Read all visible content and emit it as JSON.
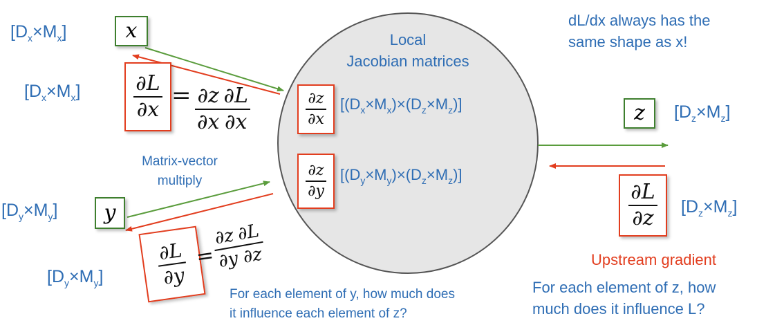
{
  "circle": {
    "title_line1": "Local",
    "title_line2": "Jacobian matrices",
    "jac_x_dim": "[(Dx×Mx)×(Dz×Mz)]",
    "jac_y_dim": "[(Dy×My)×(Dz×Mz)]"
  },
  "labels": {
    "dim_x": "[Dx×Mx]",
    "dim_grad_x": "[Dx×Mx]",
    "dim_y": "[Dy×My]",
    "dim_grad_y": "[Dy×My]",
    "dim_z": "[Dz×Mz]",
    "dim_grad_z": "[Dz×Mz]",
    "var_x": "x",
    "var_y": "y",
    "var_z": "z"
  },
  "notes": {
    "shape_note_line1": "dL/dx always has the",
    "shape_note_line2": "same shape as x!",
    "matrix_vector_line1": "Matrix-vector",
    "matrix_vector_line2": "multiply",
    "upstream": "Upstream gradient",
    "z_influence_line1": "For each element of z, how",
    "z_influence_line2": "much does it influence L?",
    "y_influence_line1": "For each element of y, how much does",
    "y_influence_line2": "it influence each element of z?"
  },
  "colors": {
    "forward_arrow": "#5a9c3c",
    "backward_arrow": "#e23d1e",
    "text_blue": "#2e6db4",
    "circle_fill": "#e6e6e6"
  }
}
